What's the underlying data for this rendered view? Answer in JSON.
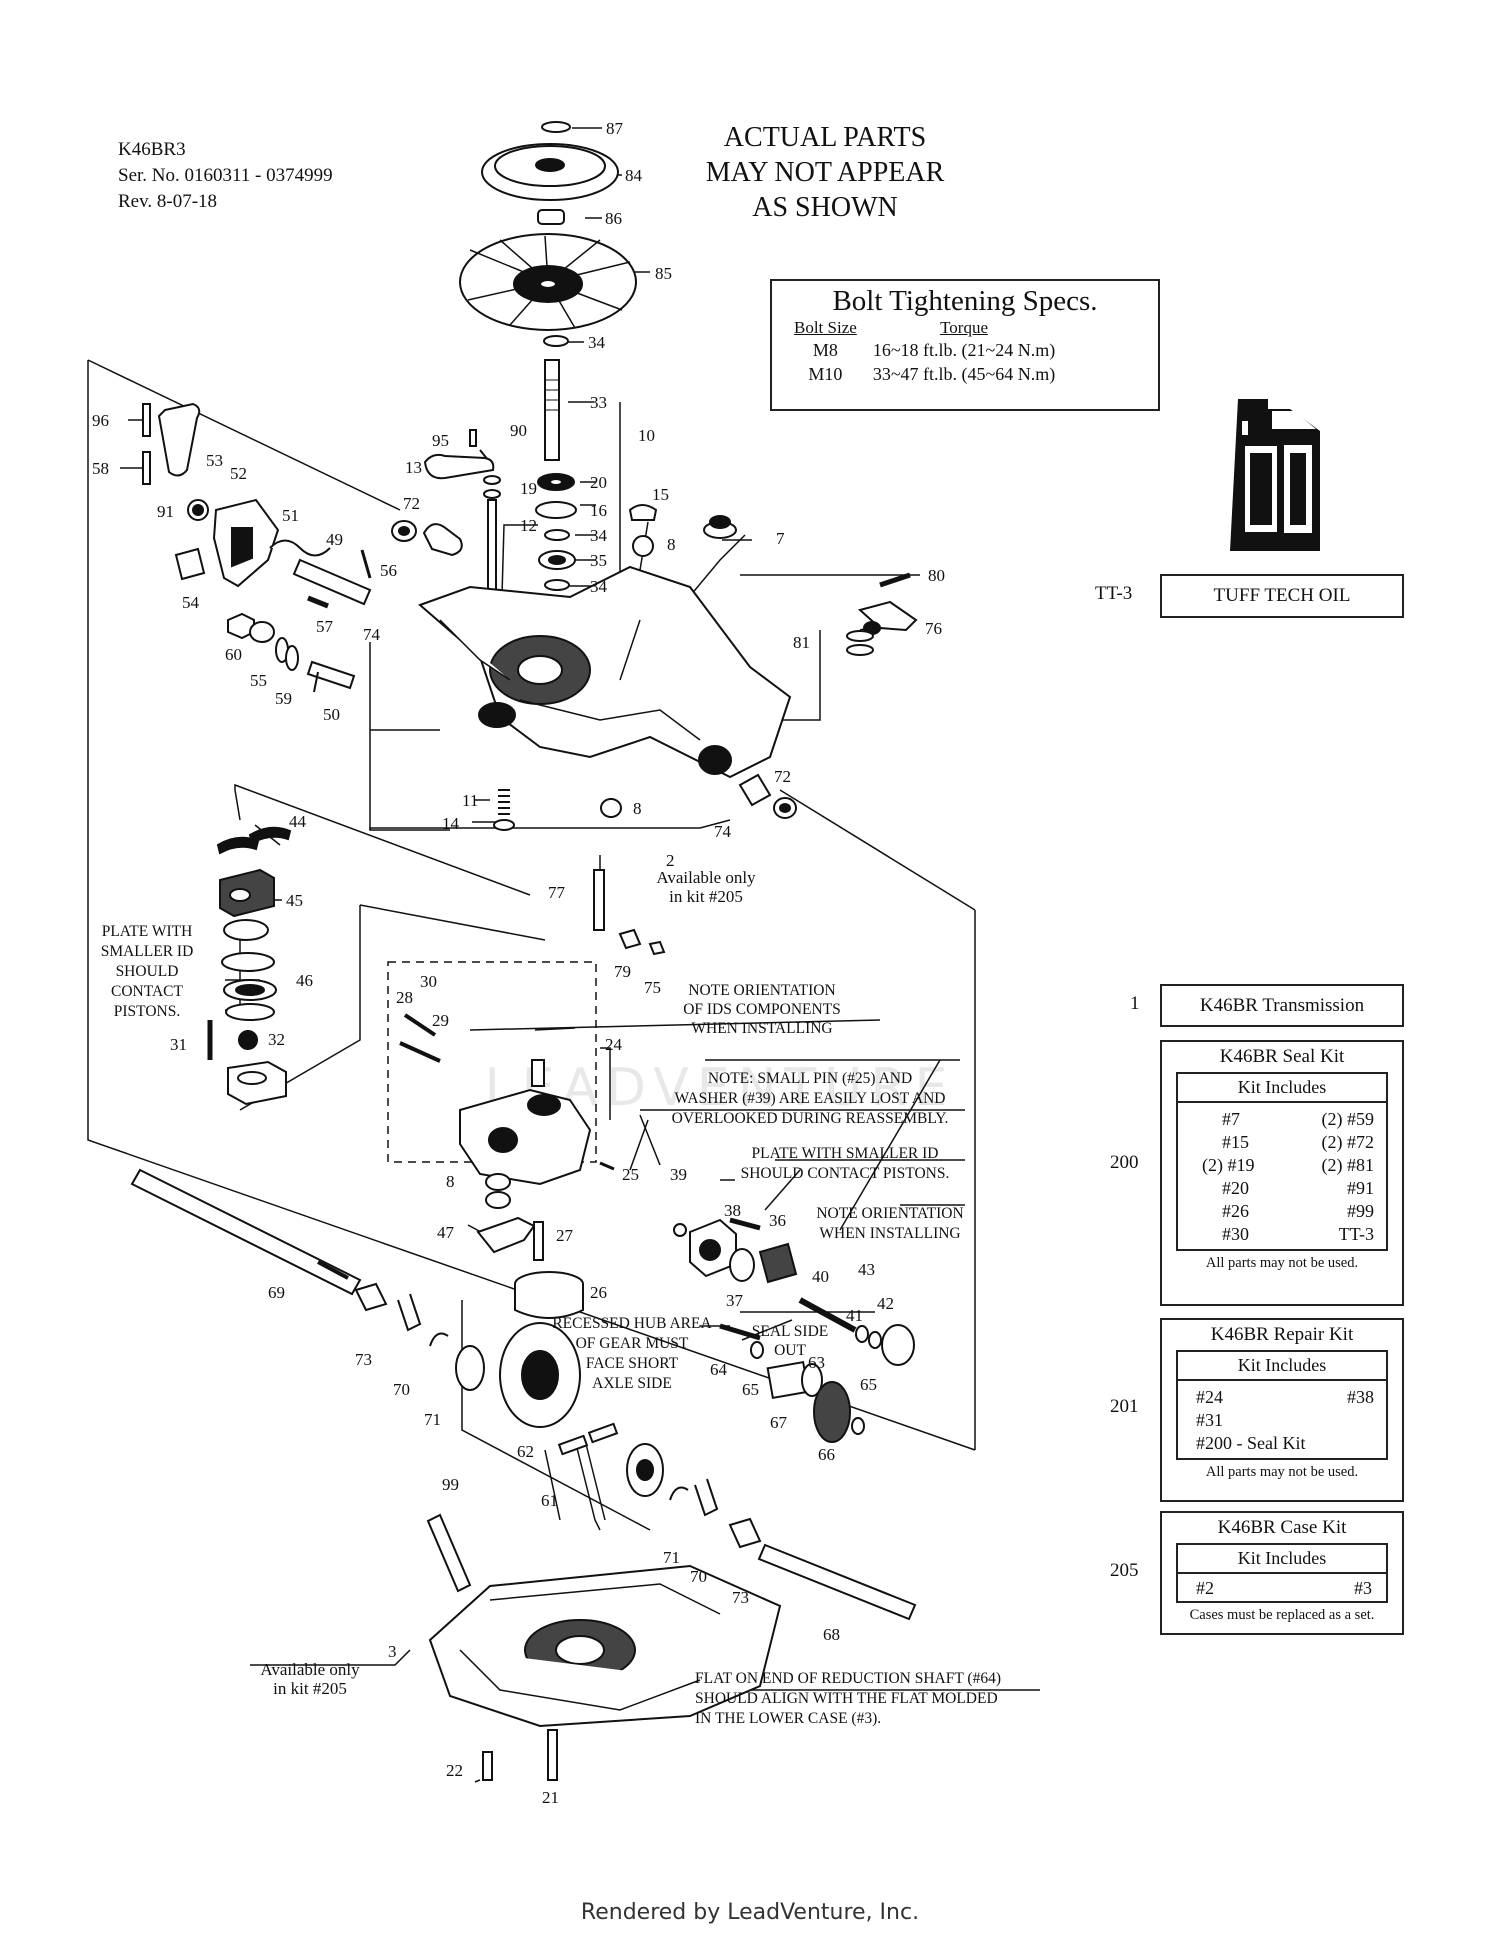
{
  "header": {
    "model": "K46BR3",
    "serial": "Ser. No. 0160311 - 0374999",
    "revision": "Rev. 8-07-18",
    "disclaimer": [
      "ACTUAL PARTS",
      "MAY NOT APPEAR",
      "AS SHOWN"
    ]
  },
  "bolt_specs": {
    "title": "Bolt Tightening Specs.",
    "col_size": "Bolt Size",
    "col_torque": "Torque",
    "rows": [
      {
        "size": "M8",
        "torque": "16~18 ft.lb. (21~24 N.m)"
      },
      {
        "size": "M10",
        "torque": "33~47 ft.lb. (45~64 N.m)"
      }
    ]
  },
  "oil": {
    "ref": "TT-3",
    "label": "TUFF TECH OIL",
    "icon": "oil-jug-icon"
  },
  "kits": {
    "transmission": {
      "ref": "1",
      "label": "K46BR Transmission"
    },
    "seal": {
      "ref": "200",
      "title": "K46BR Seal Kit",
      "includes": "Kit Includes",
      "items": [
        "#7",
        "(2) #59",
        "#15",
        "(2) #72",
        "(2) #19",
        "(2) #81",
        "#20",
        "#91",
        "#26",
        "#99",
        "#30",
        "TT-3"
      ],
      "footnote": "All parts may not be used."
    },
    "repair": {
      "ref": "201",
      "title": "K46BR Repair Kit",
      "includes": "Kit Includes",
      "items": [
        "#24",
        "#38",
        "#31",
        "",
        "#200 - Seal Kit",
        ""
      ],
      "footnote": "All parts may not be used."
    },
    "case": {
      "ref": "205",
      "title": "K46BR Case Kit",
      "includes": "Kit Includes",
      "items": [
        "#2",
        "#3"
      ],
      "footnote": "Cases must be replaced as a set."
    }
  },
  "notes": {
    "available_2": [
      "Available only",
      "in kit #205"
    ],
    "available_3": [
      "Available only",
      "in kit #205"
    ],
    "plate_smaller_id_left": [
      "PLATE WITH",
      "SMALLER ID",
      "SHOULD",
      "CONTACT",
      "PISTONS."
    ],
    "note_orientation_ids": [
      "NOTE ORIENTATION",
      "OF IDS COMPONENTS",
      "WHEN INSTALLING"
    ],
    "small_pin": [
      "NOTE: SMALL PIN (#25) AND",
      "WASHER (#39) ARE EASILY LOST AND",
      "OVERLOOKED DURING REASSEMBLY."
    ],
    "plate_smaller_id_right": [
      "PLATE WITH SMALLER ID",
      "SHOULD CONTACT PISTONS."
    ],
    "note_orientation": [
      "NOTE ORIENTATION",
      "WHEN INSTALLING"
    ],
    "recessed_hub": [
      "RECESSED HUB AREA",
      "OF GEAR MUST",
      "FACE SHORT",
      "AXLE SIDE"
    ],
    "seal_side": [
      "SEAL SIDE",
      "OUT"
    ],
    "flat_end": [
      "FLAT ON END OF REDUCTION SHAFT (#64)",
      "SHOULD ALIGN WITH THE FLAT MOLDED",
      "IN THE LOWER CASE (#3)."
    ]
  },
  "callouts": [
    "87",
    "84",
    "86",
    "85",
    "34",
    "33",
    "10",
    "90",
    "95",
    "13",
    "19",
    "20",
    "16",
    "12",
    "34",
    "35",
    "34",
    "15",
    "8",
    "7",
    "96",
    "53",
    "58",
    "52",
    "91",
    "72",
    "51",
    "49",
    "56",
    "54",
    "57",
    "74",
    "60",
    "55",
    "59",
    "50",
    "80",
    "76",
    "81",
    "11",
    "14",
    "8",
    "74",
    "72",
    "2",
    "44",
    "45",
    "46",
    "77",
    "79",
    "75",
    "24",
    "28",
    "30",
    "29",
    "31",
    "32",
    "25",
    "39",
    "8",
    "47",
    "27",
    "26",
    "38",
    "36",
    "37",
    "40",
    "43",
    "41",
    "42",
    "69",
    "73",
    "70",
    "71",
    "62",
    "61",
    "64",
    "65",
    "63",
    "65",
    "67",
    "66",
    "99",
    "71",
    "70",
    "73",
    "68",
    "3",
    "22",
    "21"
  ],
  "watermark": "LEADVENTURE",
  "rendered_by": "Rendered by LeadVenture, Inc."
}
